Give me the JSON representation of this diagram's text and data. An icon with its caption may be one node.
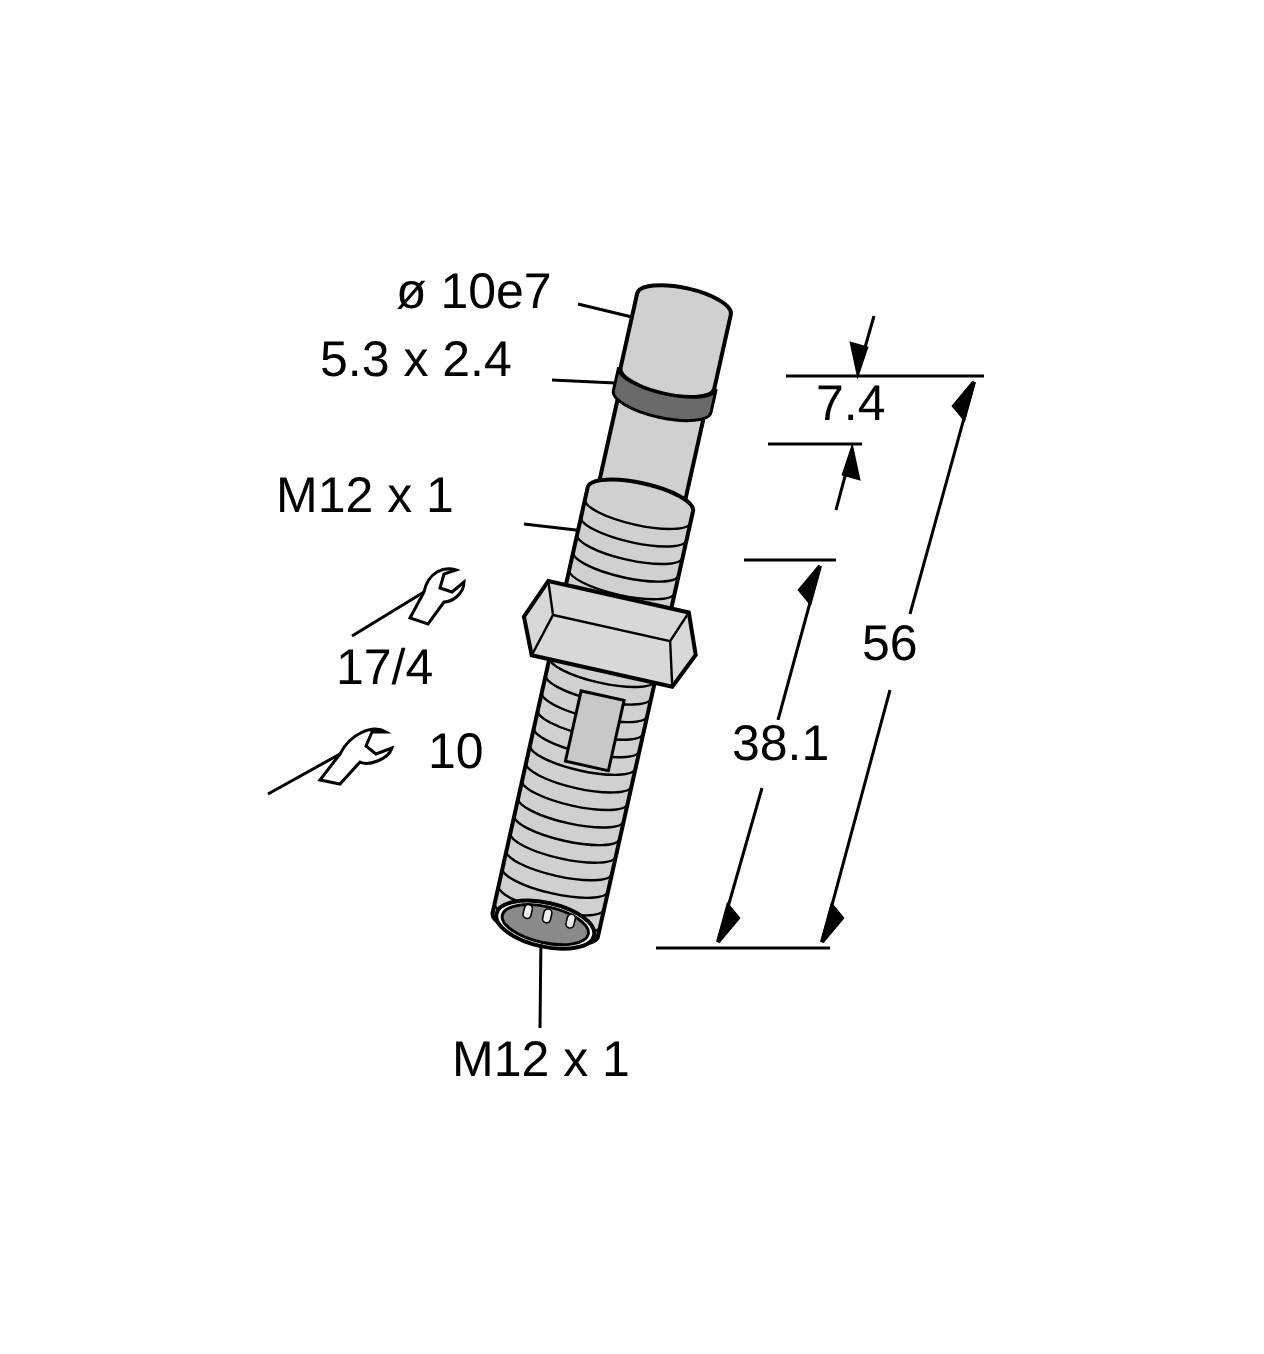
{
  "diagram": {
    "nodes": [
      {
        "text": [
          "ø 10e7"
        ]
      },
      {
        "text": [
          "5.3 x 2.4"
        ]
      },
      {
        "text": [
          "M12 x 1"
        ]
      },
      {
        "text": [
          "M12 x 1"
        ]
      },
      {
        "text": [],
        "shape": "cylinder"
      },
      {
        "text": [],
        "shape": "ring"
      },
      {
        "text": [],
        "shape": "cylinder"
      },
      {
        "text": [],
        "shape": "circle"
      }
    ],
    "edges": [
      {
        "from": 0,
        "to": 4,
        "arrow": "none"
      },
      {
        "from": 1,
        "to": 5,
        "arrow": "none"
      },
      {
        "from": 2,
        "to": 6,
        "arrow": "none"
      },
      {
        "from": 7,
        "to": 3,
        "arrow": "none"
      }
    ],
    "labels": [
      "7.4",
      "56",
      "38.1",
      "17/4",
      "10"
    ]
  }
}
